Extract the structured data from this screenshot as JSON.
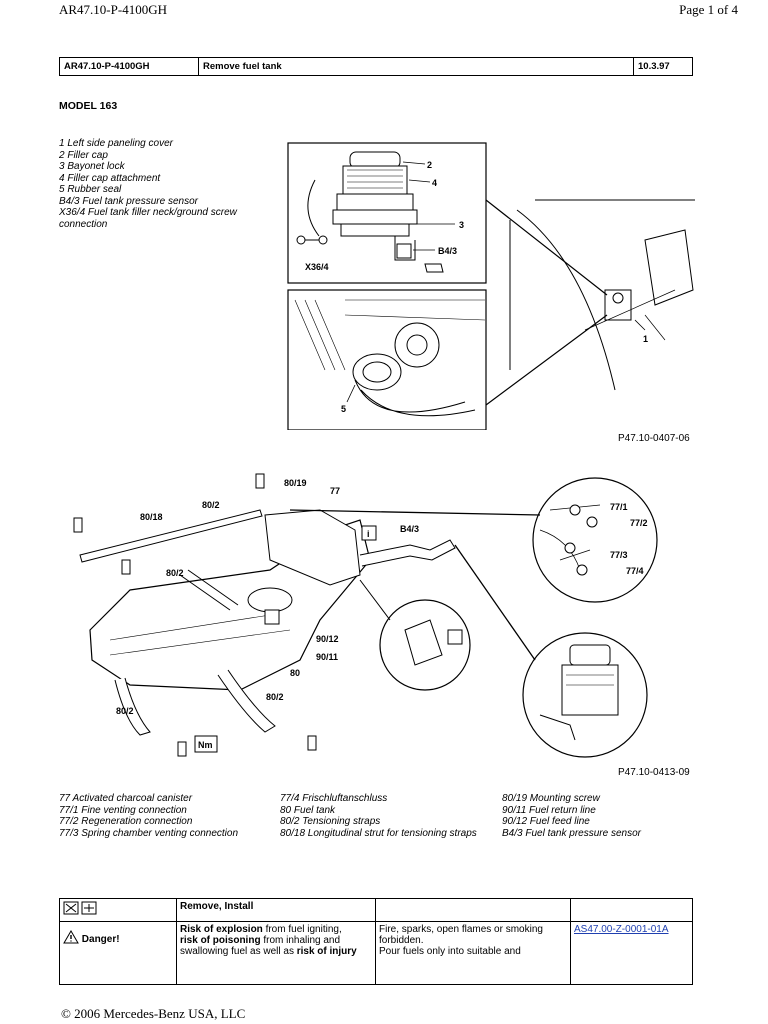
{
  "header": {
    "doc_id": "AR47.10-P-4100GH",
    "page": "Page 1 of 4"
  },
  "title_row": {
    "code": "AR47.10-P-4100GH",
    "title": "Remove fuel tank",
    "date": "10.3.97"
  },
  "model": "MODEL 163",
  "legend_top": [
    "1 Left side paneling cover",
    "2 Filler cap",
    "3 Bayonet lock",
    "4 Filler cap attachment",
    "5 Rubber seal",
    "B4/3 Fuel tank pressure sensor",
    "X36/4 Fuel tank filler neck/ground screw connection"
  ],
  "figure1": {
    "id": "P47.10-0407-06",
    "callouts": {
      "c2": "2",
      "c4": "4",
      "c3": "3",
      "cb43": "B4/3",
      "cx364": "X36/4",
      "c1": "1",
      "c5": "5"
    }
  },
  "figure2": {
    "id": "P47.10-0413-09",
    "callouts": {
      "c8019": "80/19",
      "c77": "77",
      "c802a": "80/2",
      "c8018": "80/18",
      "c802b": "80/2",
      "cb43": "B4/3",
      "c771": "77/1",
      "c772": "77/2",
      "c773": "77/3",
      "c774": "77/4",
      "c9012": "90/12",
      "c9011": "90/11",
      "c80": "80",
      "c802c": "80/2",
      "c802d": "80/2",
      "nm": "Nm",
      "info": "i"
    }
  },
  "legend_bottom": {
    "col1": [
      "77 Activated charcoal canister",
      "77/1 Fine venting connection",
      "77/2 Regeneration connection",
      "77/3 Spring chamber venting connection"
    ],
    "col2": [
      "77/4 Frischluftanschluss",
      "80 Fuel tank",
      "80/2 Tensioning straps",
      "80/18 Longitudinal strut for tensioning straps"
    ],
    "col3": [
      "80/19 Mounting screw",
      "90/11 Fuel return line",
      "90/12 Fuel feed line",
      "B4/3 Fuel tank pressure sensor"
    ]
  },
  "procedure": {
    "row1_label": "Remove, Install",
    "danger_label": "Danger!",
    "risk_bold1": "Risk of explosion",
    "risk_text1": " from fuel igniting,",
    "risk_bold2": "risk of poisoning",
    "risk_text2": " from inhaling and swallowing fuel as well as ",
    "risk_bold3": "risk of injury",
    "precaution": "Fire, sparks, open flames or smoking forbidden.\nPour fuels only into suitable and",
    "link": "AS47.00-Z-0001-01A"
  },
  "footer": "© 2006 Mercedes-Benz USA, LLC"
}
